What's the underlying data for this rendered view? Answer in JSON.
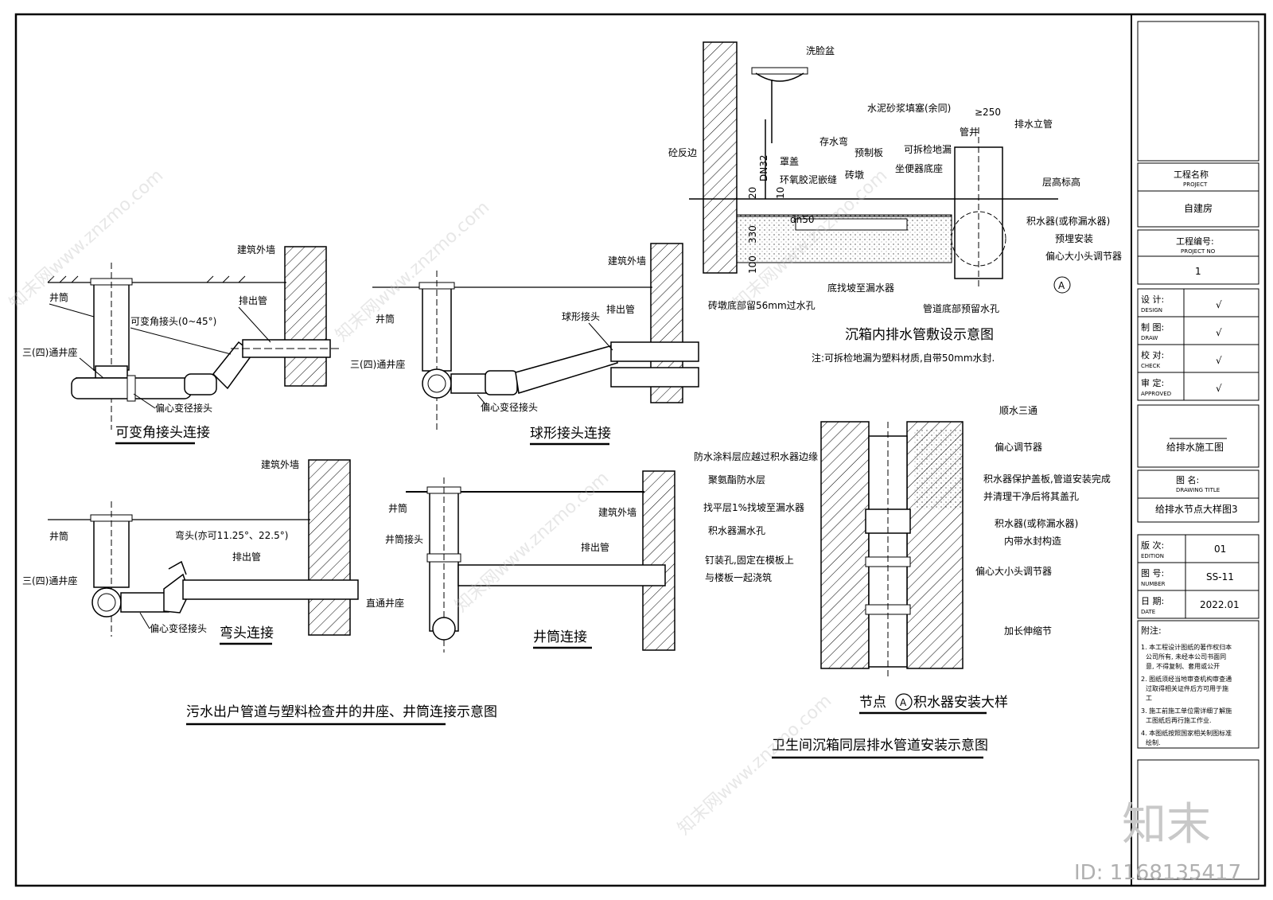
{
  "sections": {
    "s1": {
      "title": "可变角接头连接",
      "labels": {
        "wall": "建筑外墙",
        "shaft": "井筒",
        "joint": "可变角接头(0~45°)",
        "outlet": "排出管",
        "seat": "三(四)通井座",
        "reducer": "偏心变径接头"
      }
    },
    "s2": {
      "title": "球形接头连接",
      "labels": {
        "wall": "建筑外墙",
        "shaft": "井筒",
        "ball": "球形接头",
        "outlet": "排出管",
        "seat": "三(四)通井座",
        "reducer": "偏心变径接头"
      }
    },
    "s3": {
      "title": "弯头连接",
      "labels": {
        "wall": "建筑外墙",
        "shaft": "井筒",
        "elbow": "弯头(亦可11.25°、22.5°)",
        "outlet": "排出管",
        "seat": "三(四)通井座",
        "reducer": "偏心变径接头"
      }
    },
    "s4": {
      "title": "井筒连接",
      "labels": {
        "wall": "建筑外墙",
        "shaft": "井筒",
        "shaft_joint": "井筒接头",
        "outlet": "排出管",
        "seat": "直通井座"
      }
    },
    "s_left_caption": "污水出户管道与塑料检查井的井座、井筒连接示意图",
    "s5": {
      "title": "沉箱内排水管敷设示意图",
      "note": "注:可拆检地漏为塑料材质,自带50mm水封.",
      "labels": {
        "basin": "洗脸盆",
        "trap": "存水弯",
        "curb": "砼反边",
        "mortar": "水泥砂浆填塞(余同)",
        "dim250": "≥250",
        "shaft": "管井",
        "riser": "排水立管",
        "cover": "罩盖",
        "epoxy": "环氧胶泥嵌缝",
        "slab": "预制板",
        "pier": "砖墩",
        "floordrain": "可拆检地漏",
        "toilet": "坐便器底座",
        "level": "层高标高",
        "dn32": "DN32",
        "dn50": "dn50",
        "d20": "20",
        "d10": "10",
        "d330": "330",
        "d100": "100",
        "collector": "积水器(或称漏水器)",
        "preinstall": "预埋安装",
        "adjuster": "偏心大小头调节器",
        "hole56": "砖墩底部留56mm过水孔",
        "slope": "底找坡至漏水器",
        "reserve": "管道底部预留水孔",
        "mark": "A"
      }
    },
    "s6": {
      "title": "节点",
      "title_mark": "A",
      "title_rest": "积水器安装大样",
      "labels": {
        "tee": "顺水三通",
        "coat": "防水涂料层应越过积水器边缘",
        "adj": "偏心调节器",
        "pu": "聚氨酯防水层",
        "cover": "积水器保护盖板,管道安装完成",
        "cover2": "并清理干净后将其盖孔",
        "level": "找平层1%找坡至漏水器",
        "hole": "积水器漏水孔",
        "collector": "积水器(或称漏水器)",
        "seal": "内带水封构造",
        "nail": "钉装孔,固定在模板上",
        "pour": "与楼板一起浇筑",
        "reducer": "偏心大小头调节器",
        "expand": "加长伸缩节"
      }
    },
    "s_right_caption": "卫生间沉箱同层排水管道安装示意图"
  },
  "titleblock": {
    "project_label": "工程名称",
    "project_en": "PROJECT",
    "project_value": "自建房",
    "number_label": "工程编号:",
    "number_en": "PROJECT NO",
    "number_value": "1",
    "rows": [
      {
        "cn": "设 计:",
        "en": "DESIGN",
        "value": "√"
      },
      {
        "cn": "制 图:",
        "en": "DRAW",
        "value": "√"
      },
      {
        "cn": "校 对:",
        "en": "CHECK",
        "value": "√"
      },
      {
        "cn": "审 定:",
        "en": "APPROVED",
        "value": "√"
      }
    ],
    "drawing_type": "给排水施工图",
    "title_label": "图 名:",
    "title_en": "DRAWING TITLE",
    "title_value": "给排水节点大样图3",
    "meta": [
      {
        "cn": "版 次:",
        "en": "EDITION",
        "value": "01"
      },
      {
        "cn": "图 号:",
        "en": "NUMBER",
        "value": "SS-11"
      },
      {
        "cn": "日 期:",
        "en": "DATE",
        "value": "2022.01"
      }
    ],
    "notes_title": "附注:",
    "notes": [
      "1. 本工程设计图纸的著作权归本",
      "公司所有, 未经本公司书面同",
      "意, 不得复制、套用或公开",
      "2. 图纸须经当地审查机构审查通",
      "过取得相关证件后方可用于施",
      "工",
      "3. 施工前施工单位需详细了解施",
      "工图纸后再行施工作业.",
      "4. 本图纸按照国家相关制图标准",
      "绘制."
    ]
  },
  "watermark": {
    "text": "知末网www.znzmo.com",
    "brand": "知末",
    "id": "ID: 1168135417"
  }
}
